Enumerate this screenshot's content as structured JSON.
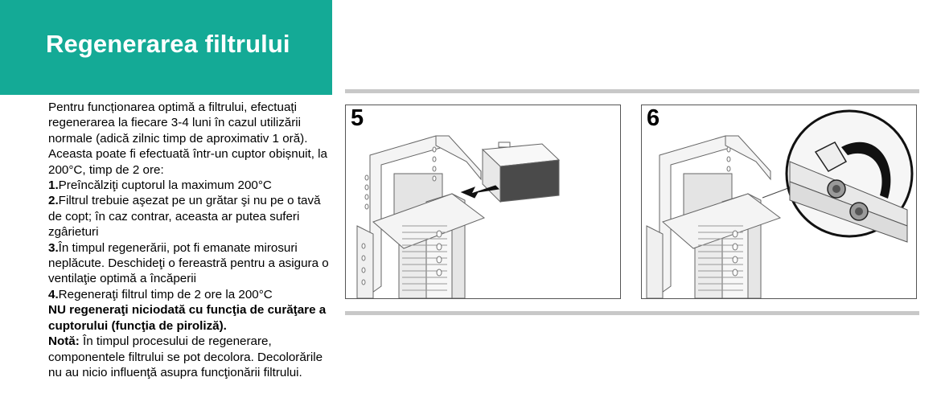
{
  "header": {
    "title": "Regenerarea filtrului"
  },
  "body": {
    "intro": "Pentru funcționarea optimă a filtrului, efectuați regenerarea la fiecare 3-4 luni în cazul utilizării normale (adică zilnic timp de aproximativ 1 oră). Aceasta poate fi efectuată într-un cuptor obișnuit, la 200°C, timp de 2 ore:",
    "steps": [
      {
        "num": "1.",
        "text": "Preîncălziţi cuptorul la maximum 200°C"
      },
      {
        "num": "2.",
        "text": "Filtrul trebuie aşezat pe un grătar şi nu pe o tavă de copt; în caz contrar, aceasta ar putea suferi zgârieturi"
      },
      {
        "num": "3.",
        "text": "În timpul regenerării, pot fi emanate mirosuri neplăcute. Deschideţi o fereastră pentru a asigura o ventilaţie optimă a încăperii"
      },
      {
        "num": "4.",
        "text": "Regeneraţi filtrul timp de 2 ore la 200°C"
      }
    ],
    "warning": "NU regeneraţi niciodată cu funcţia de curăţare a cuptorului (funcţia de piroliză).",
    "note_label": "Notă:",
    "note_text": " În timpul procesului de regenerare, componentele filtrului se pot decolora. Decolorările nu au nicio influenţă asupra funcţionării filtrului."
  },
  "figures": [
    {
      "number": "5"
    },
    {
      "number": "6"
    }
  ],
  "colors": {
    "header_bg": "#14aa96",
    "rule": "#c8c8c8"
  }
}
